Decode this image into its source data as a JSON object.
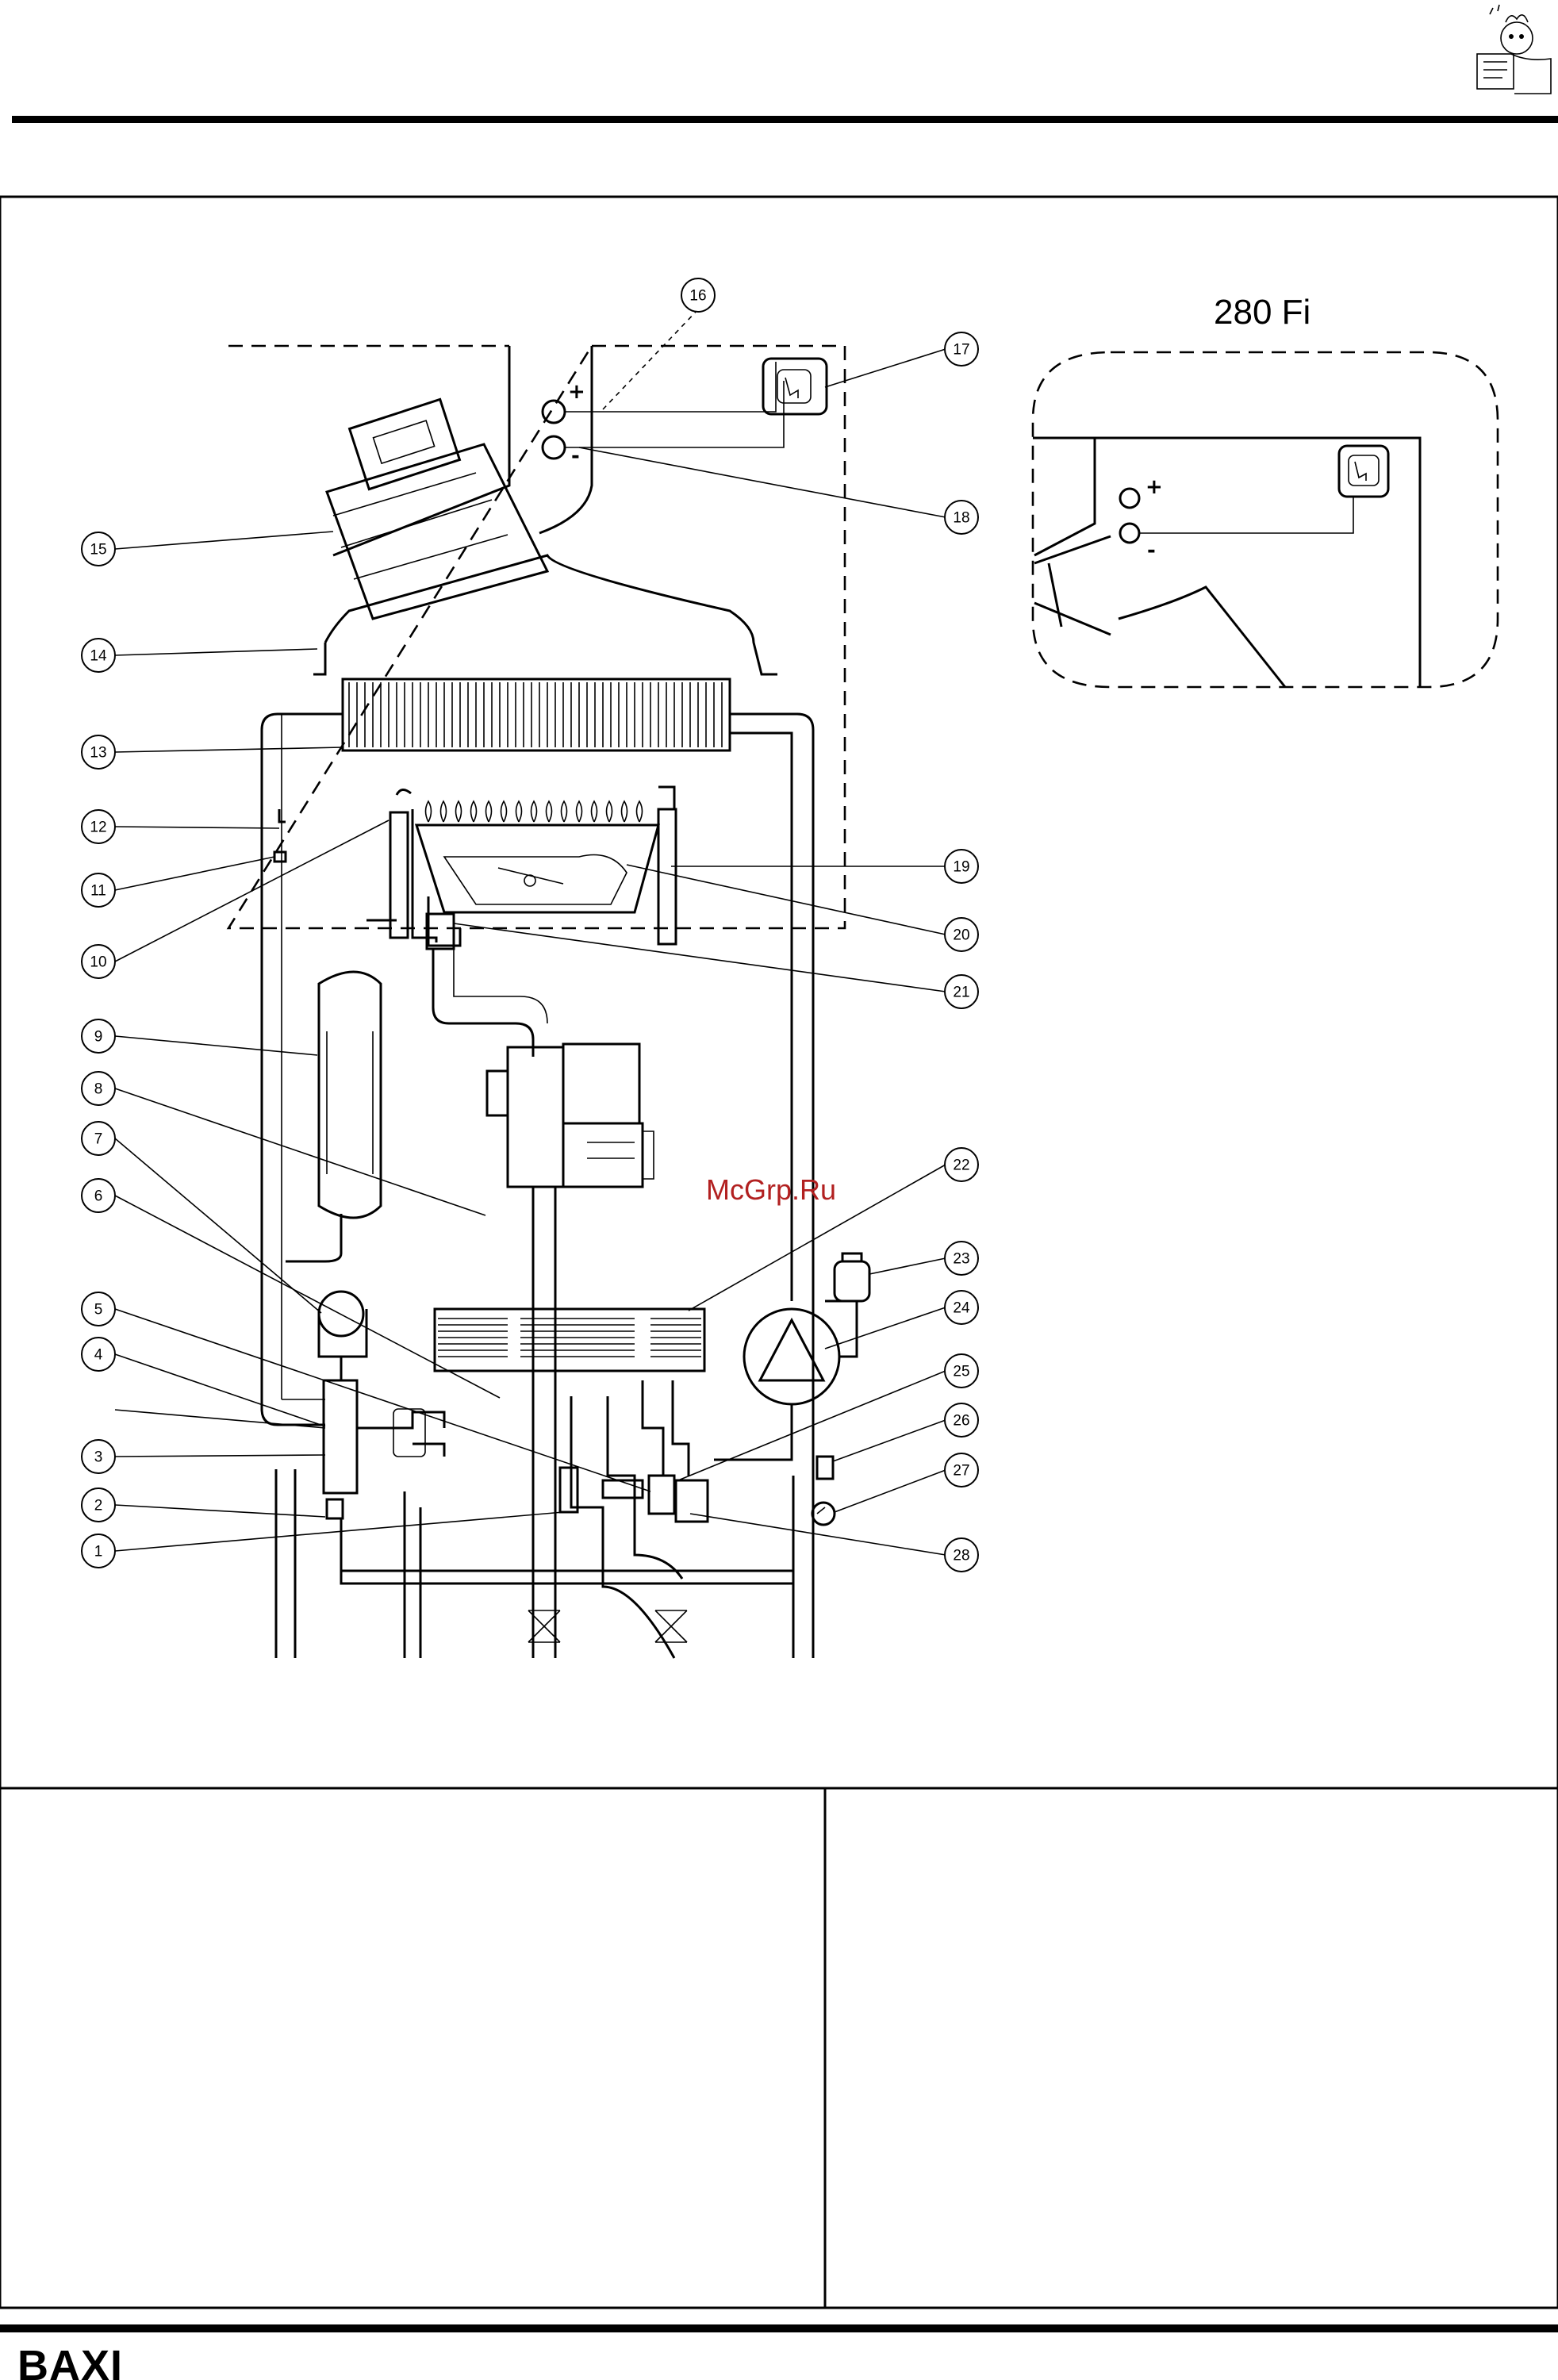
{
  "inset": {
    "title": "280 Fi"
  },
  "watermark": "McGrp.Ru",
  "brand": "BAXI",
  "symbols": {
    "plus": "+",
    "minus": "-"
  },
  "callouts": [
    {
      "n": "1"
    },
    {
      "n": "2"
    },
    {
      "n": "3"
    },
    {
      "n": "4"
    },
    {
      "n": "5"
    },
    {
      "n": "6"
    },
    {
      "n": "7"
    },
    {
      "n": "8"
    },
    {
      "n": "9"
    },
    {
      "n": "10"
    },
    {
      "n": "11"
    },
    {
      "n": "12"
    },
    {
      "n": "13"
    },
    {
      "n": "14"
    },
    {
      "n": "15"
    },
    {
      "n": "16"
    },
    {
      "n": "17"
    },
    {
      "n": "18"
    },
    {
      "n": "19"
    },
    {
      "n": "20"
    },
    {
      "n": "21"
    },
    {
      "n": "22"
    },
    {
      "n": "23"
    },
    {
      "n": "24"
    },
    {
      "n": "25"
    },
    {
      "n": "26"
    },
    {
      "n": "27"
    },
    {
      "n": "28"
    }
  ]
}
